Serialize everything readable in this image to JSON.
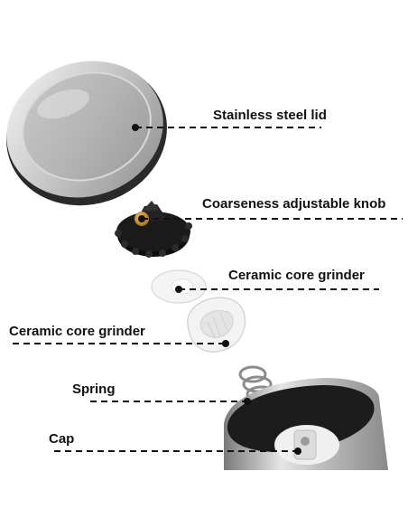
{
  "labels": {
    "lid": "Stainless steel lid",
    "knob": "Coarseness adjustable knob",
    "ceramic_right": "Ceramic core grinder",
    "ceramic_left": "Ceramic core grinder",
    "spring": "Spring",
    "cap": "Cap"
  },
  "colors": {
    "steel_light": "#d9d9d9",
    "steel_dark": "#8a8a8a",
    "knob_black": "#1a1a1a",
    "brass": "#c8962e",
    "ceramic": "#f2f2f2",
    "leader_line": "#111111"
  }
}
